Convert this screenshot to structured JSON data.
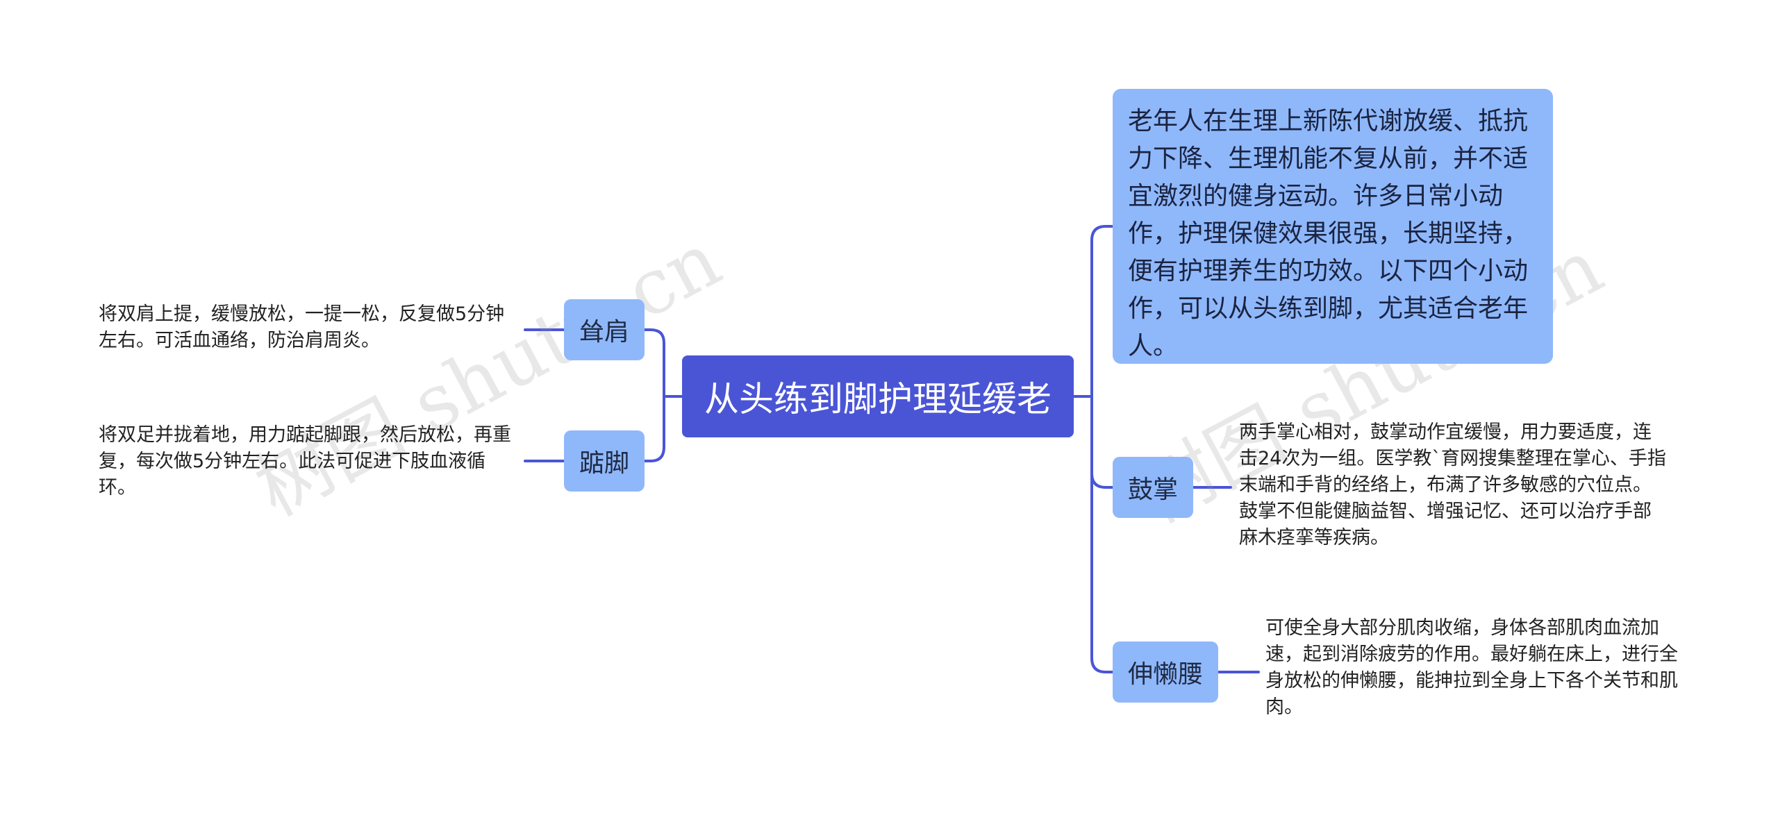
{
  "root": {
    "label": "从头练到脚护理延缓老"
  },
  "intro": {
    "text": "老年人在生理上新陈代谢放缓、抵抗力下降、生理机能不复从前，并不适宜激烈的健身运动。许多日常小动作，护理保健效果很强，长期坚持，便有护理养生的功效。以下四个小动作，可以从头练到脚，尤其适合老年人。"
  },
  "left_branches": [
    {
      "label": "耸肩",
      "detail": "将双肩上提，缓慢放松，一提一松，反复做5分钟左右。可活血通络，防治肩周炎。"
    },
    {
      "label": "踮脚",
      "detail": "将双足并拢着地，用力踮起脚跟，然后放松，再重复，每次做5分钟左右。此法可促进下肢血液循环。"
    }
  ],
  "right_branches": [
    {
      "label": "鼓掌",
      "detail": "两手掌心相对，鼓掌动作宜缓慢，用力要适度，连击24次为一组。医学教`育网搜集整理在掌心、手指末端和手背的经络上，布满了许多敏感的穴位点。鼓掌不但能健脑益智、增强记忆、还可以治疗手部麻木痉挛等疾病。"
    },
    {
      "label": "伸懒腰",
      "detail": "可使全身大部分肌肉收缩，身体各部肌肉血流加速，起到消除疲劳的作用。最好躺在床上，进行全身放松的伸懒腰，能抻拉到全身上下各个关节和肌肉。"
    }
  ],
  "watermark": "树图 shutu.cn",
  "colors": {
    "root": "#4a55d6",
    "branch": "#8fb8fb",
    "line": "#4a55d6"
  }
}
